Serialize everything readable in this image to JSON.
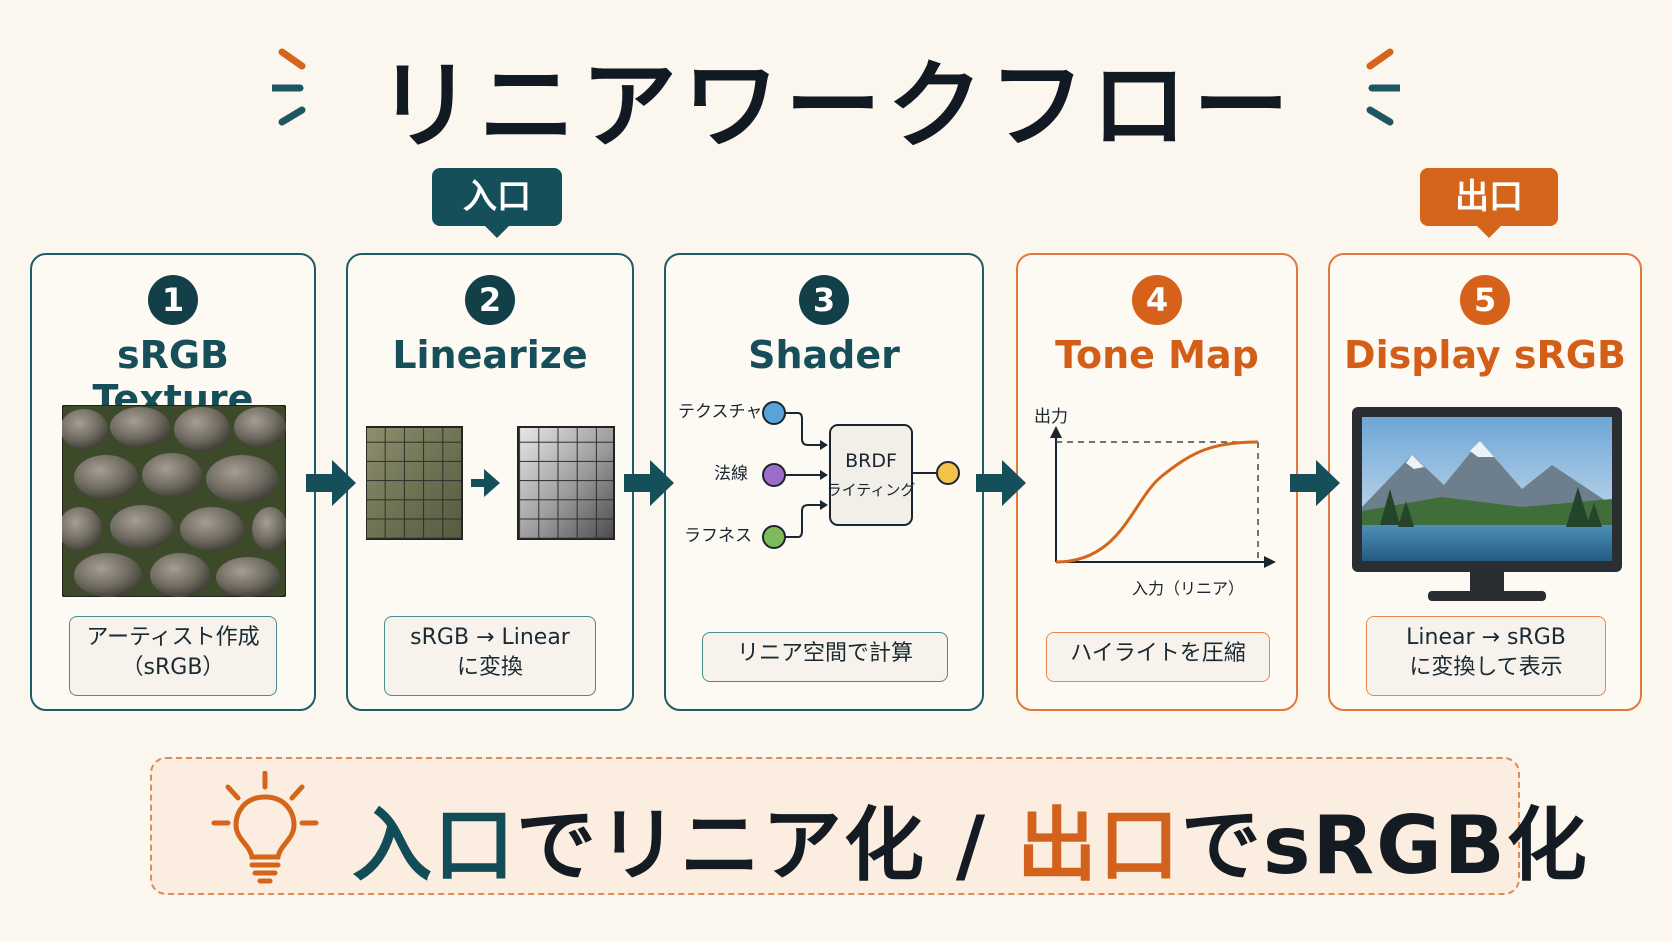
{
  "title": "リニアワークフロー",
  "tags": {
    "entry": "入口",
    "exit": "出口"
  },
  "steps": [
    {
      "number": "1",
      "title": "sRGB Texture",
      "note_line1": "アーティスト作成",
      "note_line2": "（sRGB）"
    },
    {
      "number": "2",
      "title": "Linearize",
      "note_line1": "sRGB → Linear",
      "note_line2": "に変換"
    },
    {
      "number": "3",
      "title": "Shader",
      "note_line1": "リニア空間で計算",
      "inputs": [
        "テクスチャ",
        "法線",
        "ラフネス"
      ],
      "node_line1": "BRDF",
      "node_line2": "ライティング"
    },
    {
      "number": "4",
      "title": "Tone Map",
      "note_line1": "ハイライトを圧縮",
      "y_label": "出力",
      "x_label": "入力（リニア）"
    },
    {
      "number": "5",
      "title": "Display sRGB",
      "note_line1": "Linear → sRGB",
      "note_line2": "に変換して表示"
    }
  ],
  "banner": {
    "part1": "入口",
    "part2": "でリニア化",
    "sep": " / ",
    "part3": "出口",
    "part4": "でsRGB化"
  },
  "icons": {
    "bulb": "lightbulb-icon",
    "arrow": "right-arrow-icon",
    "burst": "sparkle-burst-icon"
  },
  "colors": {
    "teal": "#15505a",
    "orange": "#d4651a",
    "background": "#fbf6ee",
    "input_texture": "#5aa3d6",
    "input_normal": "#9c6cc8",
    "input_roughness": "#7dbb5a",
    "output": "#f2c24a"
  }
}
